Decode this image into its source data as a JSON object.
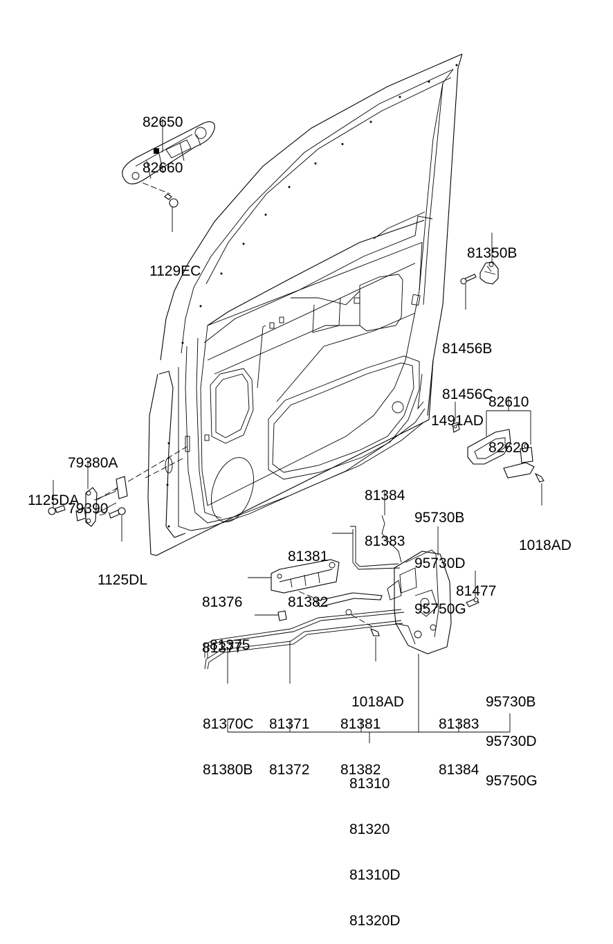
{
  "diagram": {
    "title": "Front door panel, lock and handles - exploded parts diagram",
    "line_color": "#000000",
    "background": "#ffffff",
    "callouts": [
      {
        "id": "c-82650",
        "parts": [
          "82650",
          "82660"
        ],
        "component": "outside-handle"
      },
      {
        "id": "c-1129EC",
        "parts": [
          "1129EC"
        ],
        "component": "handle-bolt"
      },
      {
        "id": "c-81350B",
        "parts": [
          "81350B"
        ],
        "component": "door-striker"
      },
      {
        "id": "c-81456B",
        "parts": [
          "81456B",
          "81456C"
        ],
        "component": "striker-bolt"
      },
      {
        "id": "c-1491AD",
        "parts": [
          "1491AD"
        ],
        "component": "clip"
      },
      {
        "id": "c-82610",
        "parts": [
          "82610",
          "82620"
        ],
        "component": "inside-handle"
      },
      {
        "id": "c-1018AD-right",
        "parts": [
          "1018AD"
        ],
        "component": "inside-handle-screw"
      },
      {
        "id": "c-79380A",
        "parts": [
          "79380A",
          "79390"
        ],
        "component": "door-checker"
      },
      {
        "id": "c-1125DA",
        "parts": [
          "1125DA"
        ],
        "component": "checker-bolt"
      },
      {
        "id": "c-1125DL",
        "parts": [
          "1125DL"
        ],
        "component": "checker-bolt-body"
      },
      {
        "id": "c-81384-top",
        "parts": [
          "81384",
          "81383"
        ],
        "component": "lock-rod"
      },
      {
        "id": "c-95730B-top",
        "parts": [
          "95730B",
          "95730D",
          "95750G"
        ],
        "component": "lock-actuator"
      },
      {
        "id": "c-81381-top",
        "parts": [
          "81381",
          "81382"
        ],
        "component": "outside-handle-rod"
      },
      {
        "id": "c-81477",
        "parts": [
          "81477"
        ],
        "component": "latch-screw"
      },
      {
        "id": "c-81376",
        "parts": [
          "81376",
          "81377"
        ],
        "component": "rod-holder"
      },
      {
        "id": "c-81375",
        "parts": [
          "81375"
        ],
        "component": "rod-clip"
      },
      {
        "id": "c-1018AD-bottom",
        "parts": [
          "1018AD"
        ],
        "component": "lever-screw"
      }
    ],
    "assembly_group": {
      "members": [
        {
          "id": "g-81370C",
          "parts": [
            "81370C",
            "81380B"
          ]
        },
        {
          "id": "g-81371",
          "parts": [
            "81371",
            "81372"
          ]
        },
        {
          "id": "g-81381",
          "parts": [
            "81381",
            "81382"
          ]
        },
        {
          "id": "g-81383",
          "parts": [
            "81383",
            "81384"
          ]
        },
        {
          "id": "g-95730B",
          "parts": [
            "95730B",
            "95730D",
            "95750G"
          ]
        }
      ],
      "parent": {
        "id": "g-81310",
        "parts": [
          "81310",
          "81320",
          "81310D",
          "81320D"
        ],
        "component": "door-latch-assembly"
      }
    }
  }
}
